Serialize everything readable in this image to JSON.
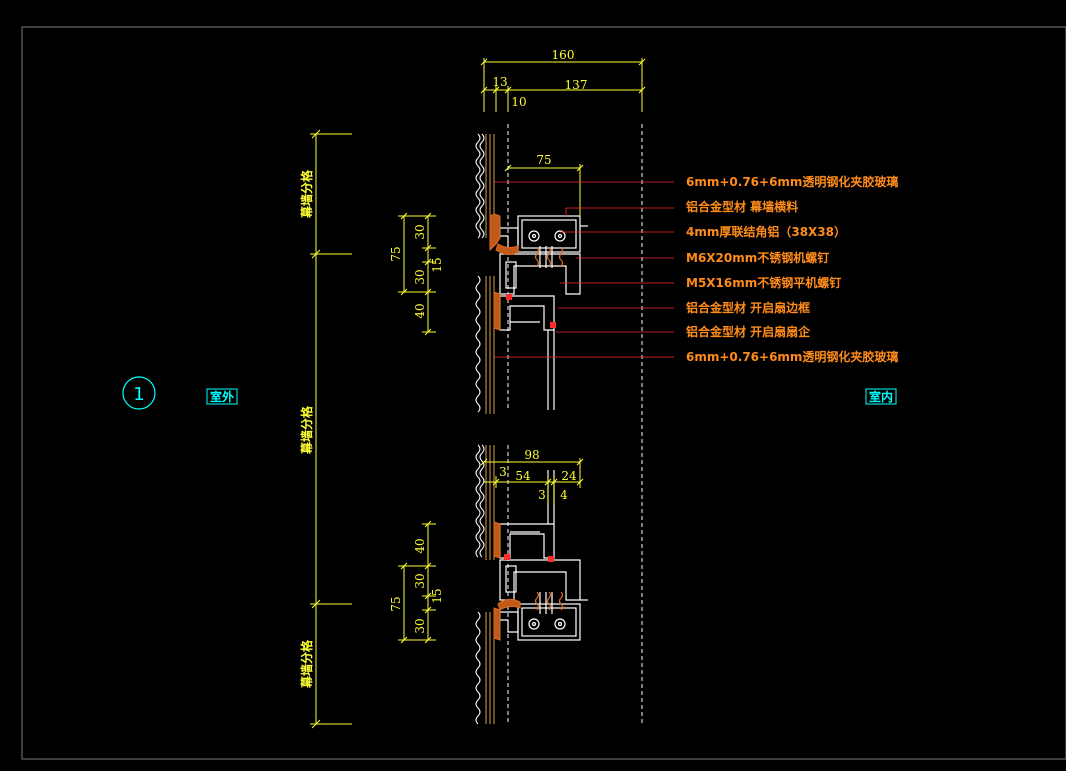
{
  "colors": {
    "background": "#000000",
    "frame": "#7a7a7a",
    "dimension": "#ffff33",
    "annotation": "#ff8c1a",
    "profile": "#ffffff",
    "glass": "#d2a14a",
    "sealant": "#e06a1f",
    "gasket": "#ff2a2a",
    "label": "#00ffff",
    "guide": "#ff2a2a"
  },
  "detail_marker": "1",
  "labels": {
    "outside": "室外",
    "inside": "室内"
  },
  "division_label": "幕墙分格",
  "top_dims": {
    "overall": "160",
    "d13": "13",
    "d10": "10",
    "d137": "137"
  },
  "upper_dims": {
    "d75_h": "75",
    "v75": "75",
    "v30a": "30",
    "v15": "15",
    "v30b": "30",
    "v40": "40"
  },
  "lower_dims": {
    "d98": "98",
    "d3": "3",
    "d54": "54",
    "d24": "24",
    "d3b": "3",
    "d4": "4",
    "v40": "40",
    "v75": "75",
    "v30a": "30",
    "v15": "15",
    "v30b": "30"
  },
  "callouts": [
    "6mm+0.76+6mm透明钢化夹胶玻璃",
    "铝合金型材  幕墙横料",
    "4mm厚联结角铝（38X38）",
    "M6X20mm不锈钢机螺钉",
    "M5X16mm不锈钢平机螺钉",
    "铝合金型材  开启扇边框",
    "铝合金型材  开启扇扇企",
    "6mm+0.76+6mm透明钢化夹胶玻璃"
  ]
}
